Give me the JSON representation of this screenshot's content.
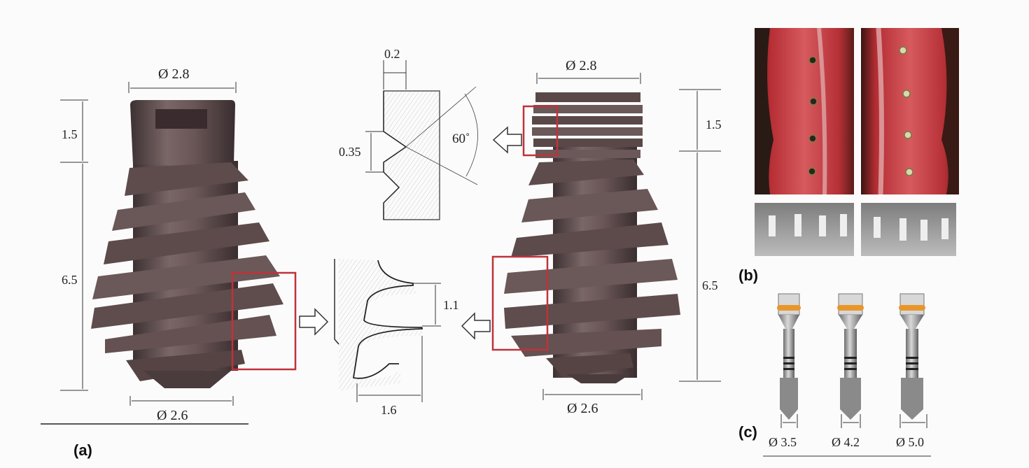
{
  "panels": {
    "a": "(a)",
    "b": "(b)",
    "c": "(c)"
  },
  "implant_left": {
    "top_diameter": "Ø 2.8",
    "bottom_diameter": "Ø 2.6",
    "collar_height": "1.5",
    "thread_height": "6.5"
  },
  "thread_detail_top": {
    "width": "0.2",
    "pitch": "0.35",
    "angle": "60˚"
  },
  "thread_detail_bottom": {
    "pitch": "1.1",
    "depth": "1.6"
  },
  "implant_right": {
    "top_diameter": "Ø 2.8",
    "bottom_diameter": "Ø 2.6",
    "collar_height": "1.5",
    "thread_height": "6.5"
  },
  "screws": [
    {
      "diameter": "Ø 3.5"
    },
    {
      "diameter": "Ø 4.2"
    },
    {
      "diameter": "Ø 5.0"
    }
  ],
  "colors": {
    "implant": "#5b4a4a",
    "highlight_box": "#c0323a",
    "tissue": "#b8333a",
    "screw_band": "#e8962a"
  }
}
